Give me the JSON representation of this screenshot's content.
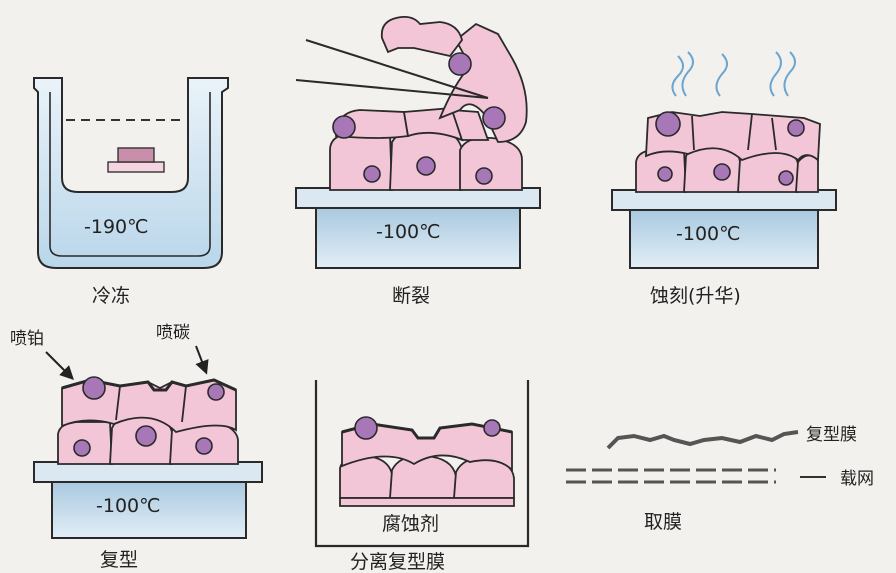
{
  "panels": {
    "freeze": {
      "caption": "冷冻",
      "temp": "-190℃"
    },
    "fracture": {
      "caption": "断裂",
      "temp": "-100℃"
    },
    "etch": {
      "caption": "蚀刻(升华)",
      "temp": "-100℃"
    },
    "replica": {
      "caption": "复型",
      "temp": "-100℃",
      "label_pt": "喷铂",
      "label_c": "喷碳"
    },
    "separate": {
      "caption": "分离复型膜",
      "reagent": "腐蚀剂"
    },
    "pickup": {
      "caption": "取膜",
      "label_film": "复型膜",
      "label_grid": "载网"
    }
  },
  "colors": {
    "cell": "#f2c6d6",
    "nucleus": "#a877b8",
    "bath": "#cfe1ee",
    "outline": "#2a2a2a"
  }
}
